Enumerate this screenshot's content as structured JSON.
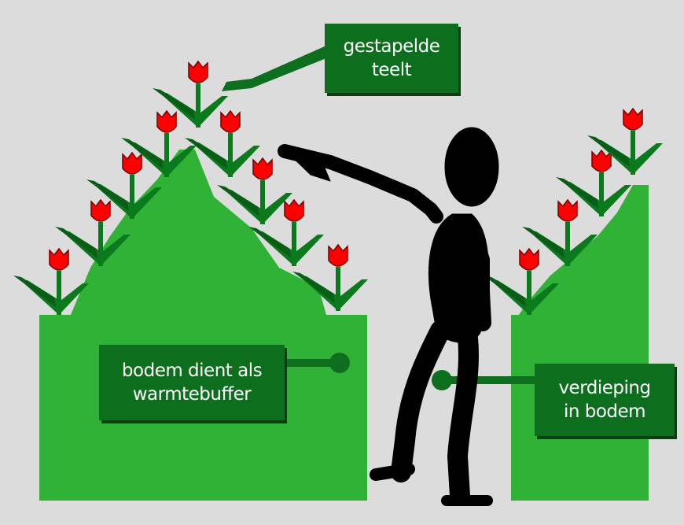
{
  "labels": {
    "top": {
      "line1": "gestapelde",
      "line2": "teelt"
    },
    "left": {
      "line1": "bodem dient als",
      "line2": "warmtebuffer"
    },
    "right": {
      "line1": "verdieping",
      "line2": "in bodem"
    }
  },
  "colors": {
    "background": "#dcdcdc",
    "mound": "#2fb236",
    "label_box": "#0d6f1e",
    "tulip_flower": "#ff0000",
    "leaf": "#0b7a1c",
    "figure": "#000000"
  }
}
